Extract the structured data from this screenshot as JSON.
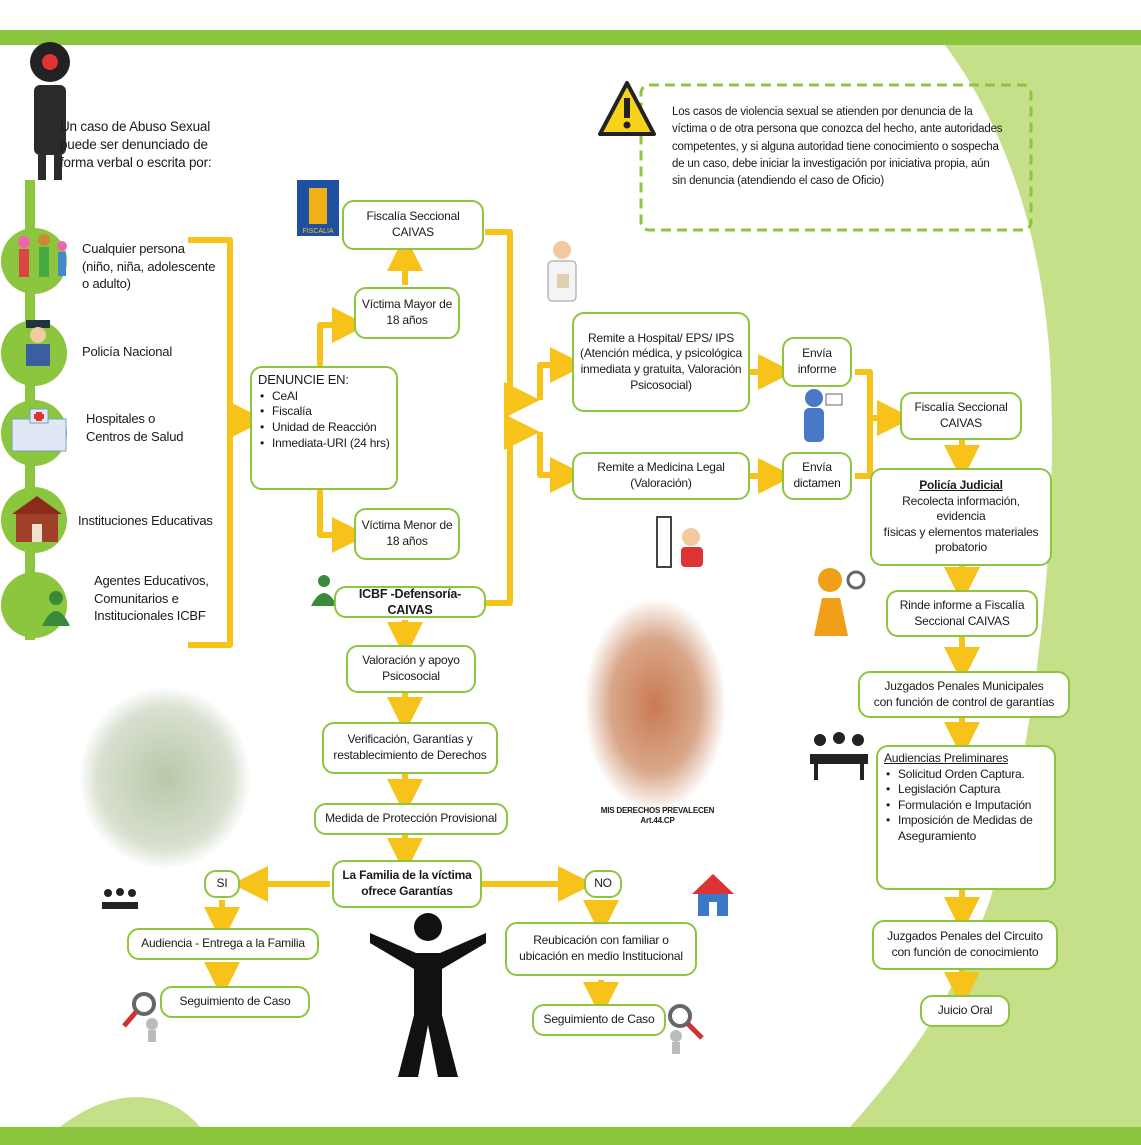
{
  "colors": {
    "green": "#8cc63f",
    "arrow": "#f7c21a",
    "light_green": "#d6eaa4"
  },
  "intro": {
    "line1": "Un caso de Abuso Sexual",
    "line2": "puede ser denunciado de",
    "line3": "forma verbal o escrita por:"
  },
  "note": {
    "line1": "Los casos de violencia sexual se atienden por denuncia de la",
    "line2": "víctima o de otra persona que conozca del hecho, ante autoridades",
    "line3": "competentes, y si alguna autoridad tiene conocimiento o sospecha",
    "line4": "de un caso, debe iniciar la investigación por iniciativa propia, aún",
    "line5": "sin denuncia (atendiendo el caso de Oficio)"
  },
  "reporters": [
    {
      "line1": "Cualquier persona",
      "line2": "(niño, niña, adolescente",
      "line3": "o adulto)"
    },
    {
      "line1": "Policía Nacional"
    },
    {
      "line1": "Hospitales o",
      "line2": "Centros de Salud"
    },
    {
      "line1": "Instituciones Educativas"
    },
    {
      "line1": "Agentes Educativos,",
      "line2": "Comunitarios e",
      "line3": "Institucionales ICBF"
    }
  ],
  "denuncie": {
    "title": "DENUNCIE EN:",
    "items": [
      "CeAI",
      "Fiscalía",
      "Unidad de Reacción",
      "Inmediata-URI (24 hrs)"
    ]
  },
  "fiscalia_caivas": {
    "line1": "Fiscalía Seccional",
    "line2": "CAIVAS"
  },
  "mayor": {
    "line1": "Víctima Mayor de",
    "line2": "18 años"
  },
  "menor": {
    "line1": "Víctima Menor de",
    "line2": "18 años"
  },
  "icbf": "ICBF -Defensoría-CAIVAS",
  "valoracion": {
    "line1": "Valoración y apoyo",
    "line2": "Psicosocial"
  },
  "verificacion": {
    "line1": "Verificación, Garantías y",
    "line2": "restablecimiento de Derechos"
  },
  "medida": "Medida de Protección Provisional",
  "familia": {
    "line1": "La Familia de la víctima",
    "line2": "ofrece Garantías"
  },
  "si": "SI",
  "no": "NO",
  "audiencia_familia": "Audiencia - Entrega a la Familia",
  "seguimiento_1": "Seguimiento de Caso",
  "reubicacion": {
    "line1": "Reubicación con familiar o",
    "line2": "ubicación en medio Institucional"
  },
  "seguimiento_2": "Seguimiento de Caso",
  "hospital": {
    "line1": "Remite a Hospital/ EPS/ IPS",
    "line2": "(Atención médica, y psicológica",
    "line3": "inmediata y gratuita, Valoración",
    "line4": "Psicosocial)"
  },
  "medicina": {
    "line1": "Remite a Medicina Legal",
    "line2": "(Valoración)"
  },
  "envia_informe": {
    "line1": "Envía",
    "line2": "informe"
  },
  "envia_dictamen": {
    "line1": "Envía",
    "line2": "dictamen"
  },
  "fiscalia_right": {
    "line1": "Fiscalía Seccional",
    "line2": "CAIVAS"
  },
  "policia": {
    "title": "Policía Judicial",
    "line1": "Recolecta información, evidencia",
    "line2": "físicas y elementos materiales",
    "line3": "probatorio"
  },
  "rinde": {
    "line1": "Rinde informe a Fiscalía",
    "line2": "Seccional CAIVAS"
  },
  "juzgados_municipales": {
    "line1": "Juzgados Penales Municipales",
    "line2": "con función de control de garantías"
  },
  "audiencias": {
    "title": "Audiencias Preliminares",
    "items": [
      "Solicitud Orden Captura.",
      "Legislación Captura",
      "Formulación e Imputación",
      "Imposición de Medidas de Aseguramiento"
    ]
  },
  "juzgados_circuito": {
    "line1": "Juzgados Penales del Circuito",
    "line2": "con función de conocimiento"
  },
  "juicio": "Juicio Oral",
  "photo_caption": {
    "line1": "MIS DERECHOS PREVALECEN",
    "line2": "Art.44.CP"
  },
  "fiscalia_logo": "FISCALIA",
  "icons": [
    "megaphone-icon",
    "warning-icon",
    "family-icon",
    "police-icon",
    "hospital-icon",
    "school-icon",
    "icbf-logo-icon",
    "doctor-icon",
    "messenger-icon",
    "forensic-icon",
    "investigator-icon",
    "meeting-icon",
    "house-icon",
    "magnifier-icon",
    "person-silhouette-icon"
  ]
}
